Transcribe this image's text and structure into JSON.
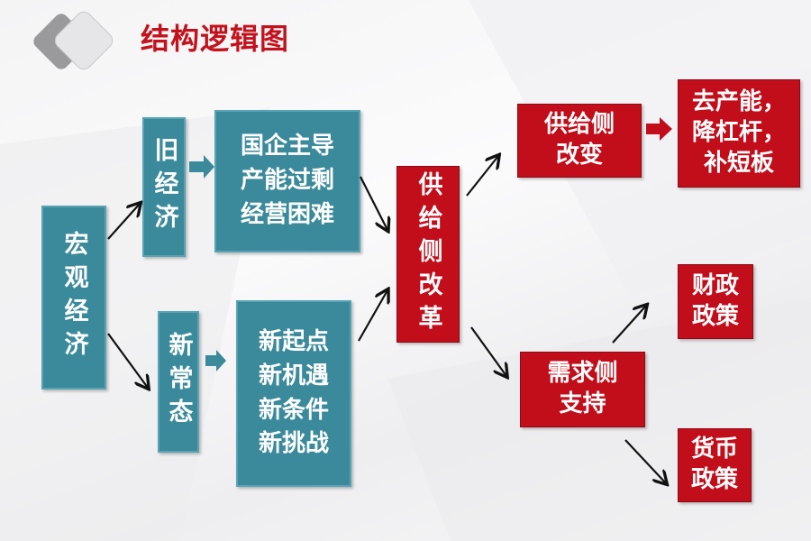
{
  "title": "结构逻辑图",
  "colors": {
    "teal": "#3b8a9c",
    "red": "#c20d1a",
    "title": "#c3121d"
  },
  "nodes": {
    "macro": "宏观经济",
    "old_economy": "旧经济",
    "old_features": "国企主导\n产能过剩\n经营困难",
    "new_normal": "新常态",
    "new_features": "新起点\n新机遇\n新条件\n新挑战",
    "supply_reform": "供给侧改革",
    "supply_change": "供给侧\n改变",
    "supply_tasks": "去产能，\n降杠杆，\n补短板",
    "demand_support": "需求侧\n支持",
    "fiscal_policy": "财政\n政策",
    "monetary_policy": "货币\n政策"
  }
}
